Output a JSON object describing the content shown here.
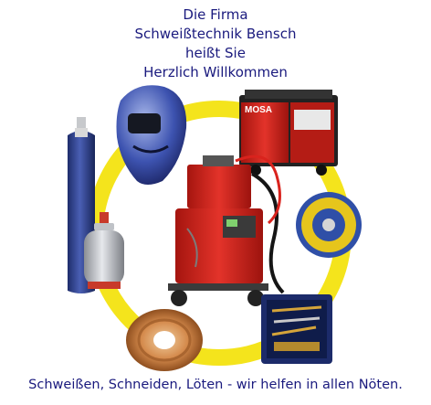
{
  "greeting": {
    "line1": "Die Firma",
    "line2": "Schweißtechnik Bensch",
    "line3": "heißt Sie",
    "line4": "Herzlich Willkommen"
  },
  "generator_label": "MOSA",
  "tagline": "Schweißen, Schneiden, Löten - wir helfen in allen Nöten.",
  "colors": {
    "text": "#1a1a7e",
    "ring": "#f4e41c",
    "welder_red": "#d9231d",
    "cylinder_blue": "#2c3f8c"
  }
}
